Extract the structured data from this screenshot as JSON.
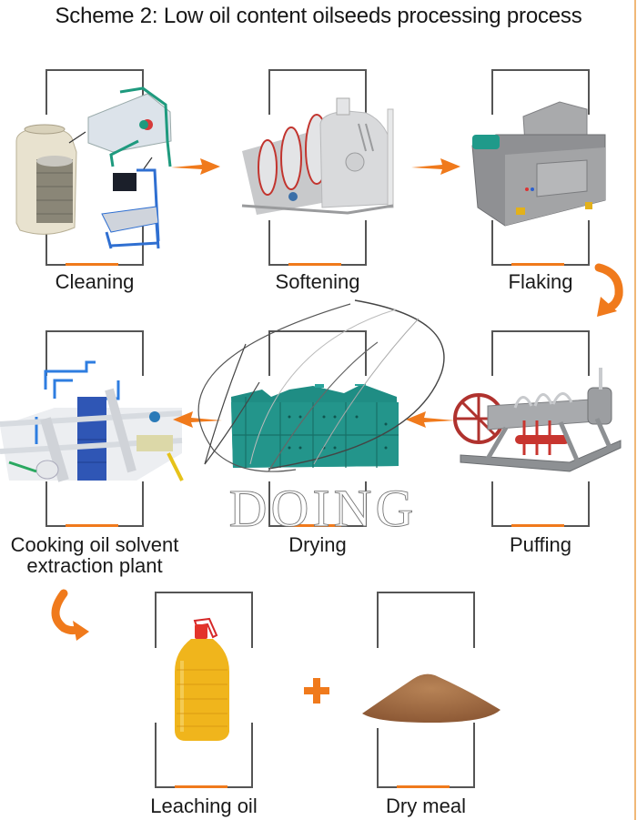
{
  "title": "Scheme 2: Low oil content oilseeds processing process",
  "watermark": "DOING",
  "colors": {
    "accent": "#f07a1c",
    "frame": "#555555",
    "text": "#1a1a1a",
    "edge_rule": "#f0b878"
  },
  "steps": [
    {
      "label": "Cleaning",
      "illustration": "cleaning-machines",
      "row": 1
    },
    {
      "label": "Softening",
      "illustration": "rotary-softening-cooker",
      "row": 1
    },
    {
      "label": "Flaking",
      "illustration": "flaking-mill",
      "row": 1
    },
    {
      "label": "Puffing",
      "illustration": "extruder-puffing-machine",
      "row": 2
    },
    {
      "label": "Drying",
      "illustration": "dryer-cabinet",
      "row": 2
    },
    {
      "label": "Cooking oil solvent",
      "label_line2": "extraction plant",
      "illustration": "solvent-extraction-plant",
      "row": 2
    }
  ],
  "outputs": [
    {
      "label": "Leaching oil",
      "illustration": "oil-bottle"
    },
    {
      "label": "Dry meal",
      "illustration": "meal-pile"
    }
  ],
  "connectors": {
    "plus": "+",
    "flow": [
      "Cleaning",
      "Softening",
      "Flaking",
      "Puffing",
      "Drying",
      "Cooking oil solvent extraction plant",
      "Leaching oil + Dry meal"
    ]
  }
}
